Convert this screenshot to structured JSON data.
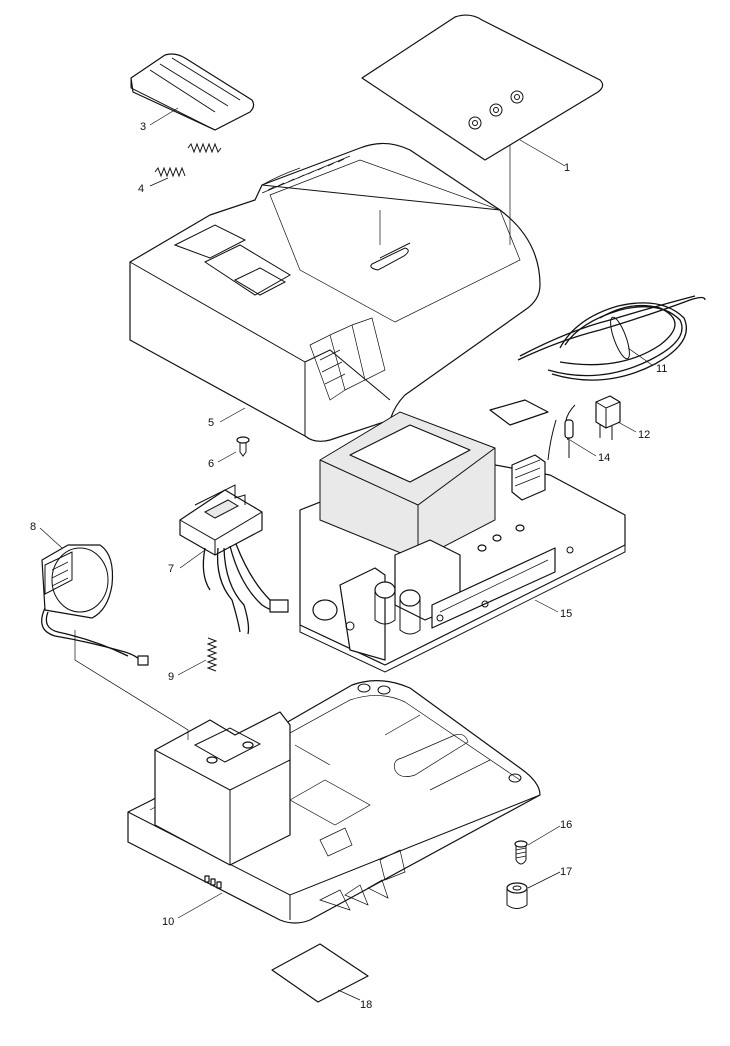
{
  "parts": [
    {
      "number": "1",
      "name": "label-sheet"
    },
    {
      "number": "3",
      "name": "button-cap"
    },
    {
      "number": "4",
      "name": "compression-spring"
    },
    {
      "number": "5",
      "name": "housing-upper"
    },
    {
      "number": "6",
      "name": "tapping-screw"
    },
    {
      "number": "7",
      "name": "terminal-assembly"
    },
    {
      "number": "8",
      "name": "fan"
    },
    {
      "number": "9",
      "name": "compression-spring-small"
    },
    {
      "number": "10",
      "name": "housing-lower"
    },
    {
      "number": "11",
      "name": "power-cord"
    },
    {
      "number": "12",
      "name": "connector"
    },
    {
      "number": "14",
      "name": "thermistor"
    },
    {
      "number": "15",
      "name": "circuit-board"
    },
    {
      "number": "16",
      "name": "screw"
    },
    {
      "number": "17",
      "name": "rubber-foot"
    },
    {
      "number": "18",
      "name": "bottom-label"
    }
  ]
}
